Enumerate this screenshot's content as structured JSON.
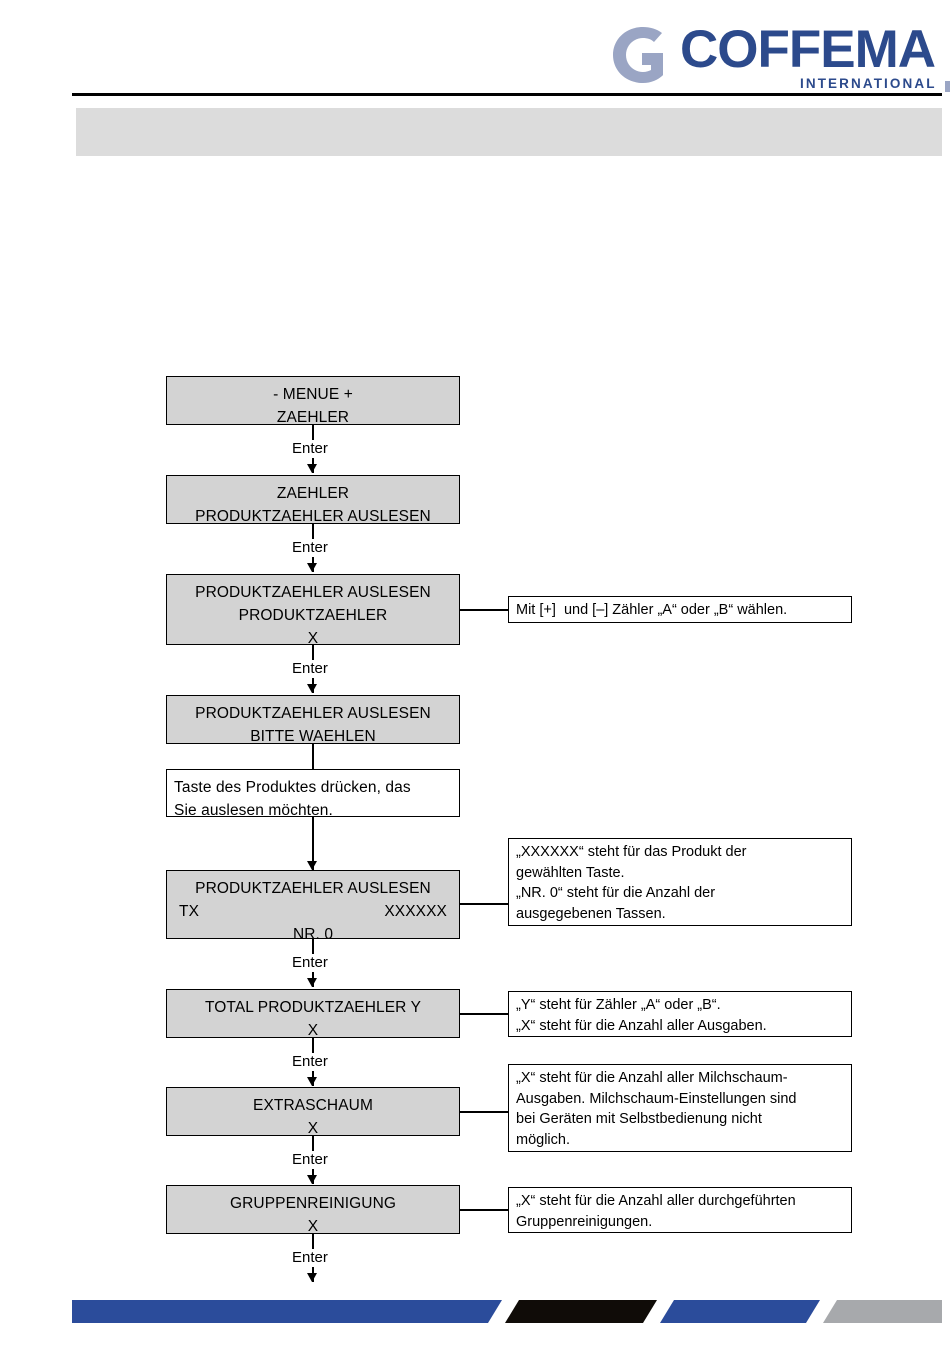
{
  "header": {
    "logo_mark": "coffema-g-mark",
    "brand": "COFFEMA",
    "brand_sub": "INTERNATIONAL",
    "banner_text": "",
    "brand_color": "#2c4a8c",
    "mark_color": "#9aa5c4",
    "banner_color": "#dcdcdc"
  },
  "flow": {
    "node_fill": "#d3d3d3",
    "enter_label": "Enter",
    "nodes": [
      {
        "id": "menue-zaehler",
        "kind": "display",
        "lines": [
          "- MENUE +",
          "ZAEHLER"
        ]
      },
      {
        "id": "zaehler-produktzaehler-auslesen",
        "kind": "display",
        "lines": [
          "ZAEHLER",
          "PRODUKTZAEHLER AUSLESEN"
        ]
      },
      {
        "id": "produktzaehler-select",
        "kind": "display",
        "lines": [
          "PRODUKTZAEHLER AUSLESEN",
          "PRODUKTZAEHLER",
          "X"
        ]
      },
      {
        "id": "bitte-waehlen",
        "kind": "display",
        "lines": [
          "PRODUKTZAEHLER AUSLESEN",
          "BITTE WAEHLEN"
        ]
      },
      {
        "id": "taste-druecken-note",
        "kind": "instruction",
        "lines": [
          "Taste des Produktes drücken, das",
          "Sie auslesen möchten."
        ]
      },
      {
        "id": "produktzaehler-tx",
        "kind": "display-split",
        "line1": "PRODUKTZAEHLER AUSLESEN",
        "split_left": "TX",
        "split_right": "XXXXXX",
        "line3": "NR. 0"
      },
      {
        "id": "total-produktzaehler",
        "kind": "display",
        "lines": [
          "TOTAL PRODUKTZAEHLER Y",
          "X"
        ]
      },
      {
        "id": "extraschaum",
        "kind": "display",
        "lines": [
          "EXTRASCHAUM",
          "X"
        ]
      },
      {
        "id": "gruppenreinigung",
        "kind": "display",
        "lines": [
          "GRUPPENREINIGUNG",
          "X"
        ]
      }
    ],
    "callouts": [
      {
        "id": "callout-zaehler-wahl",
        "lines": [
          "Mit [+]  und [–] Zähler „A“ oder „B“ wählen."
        ]
      },
      {
        "id": "callout-xxxxxx",
        "lines": [
          "„XXXXXX“ steht für das Produkt der",
          "gewählten Taste.",
          "„NR. 0“ steht für die Anzahl der",
          "ausgegebenen Tassen."
        ]
      },
      {
        "id": "callout-total",
        "lines": [
          "„Y“ steht für Zähler „A“ oder „B“.",
          "„X“ steht für die Anzahl aller Ausgaben."
        ]
      },
      {
        "id": "callout-extraschaum",
        "lines": [
          "„X“ steht für die Anzahl aller Milchschaum-",
          "Ausgaben. Milchschaum-Einstellungen sind",
          "bei Geräten mit Selbstbedienung nicht",
          "möglich."
        ]
      },
      {
        "id": "callout-gruppenreinigung",
        "lines": [
          "„X“ steht für die Anzahl aller durchgeführten",
          "Gruppenreinigungen."
        ]
      }
    ]
  },
  "footer": {
    "segments": [
      "blue",
      "black",
      "blue",
      "gray"
    ],
    "blue": "#2b4c9b",
    "black": "#100c08",
    "gray": "#a7a9ac"
  }
}
